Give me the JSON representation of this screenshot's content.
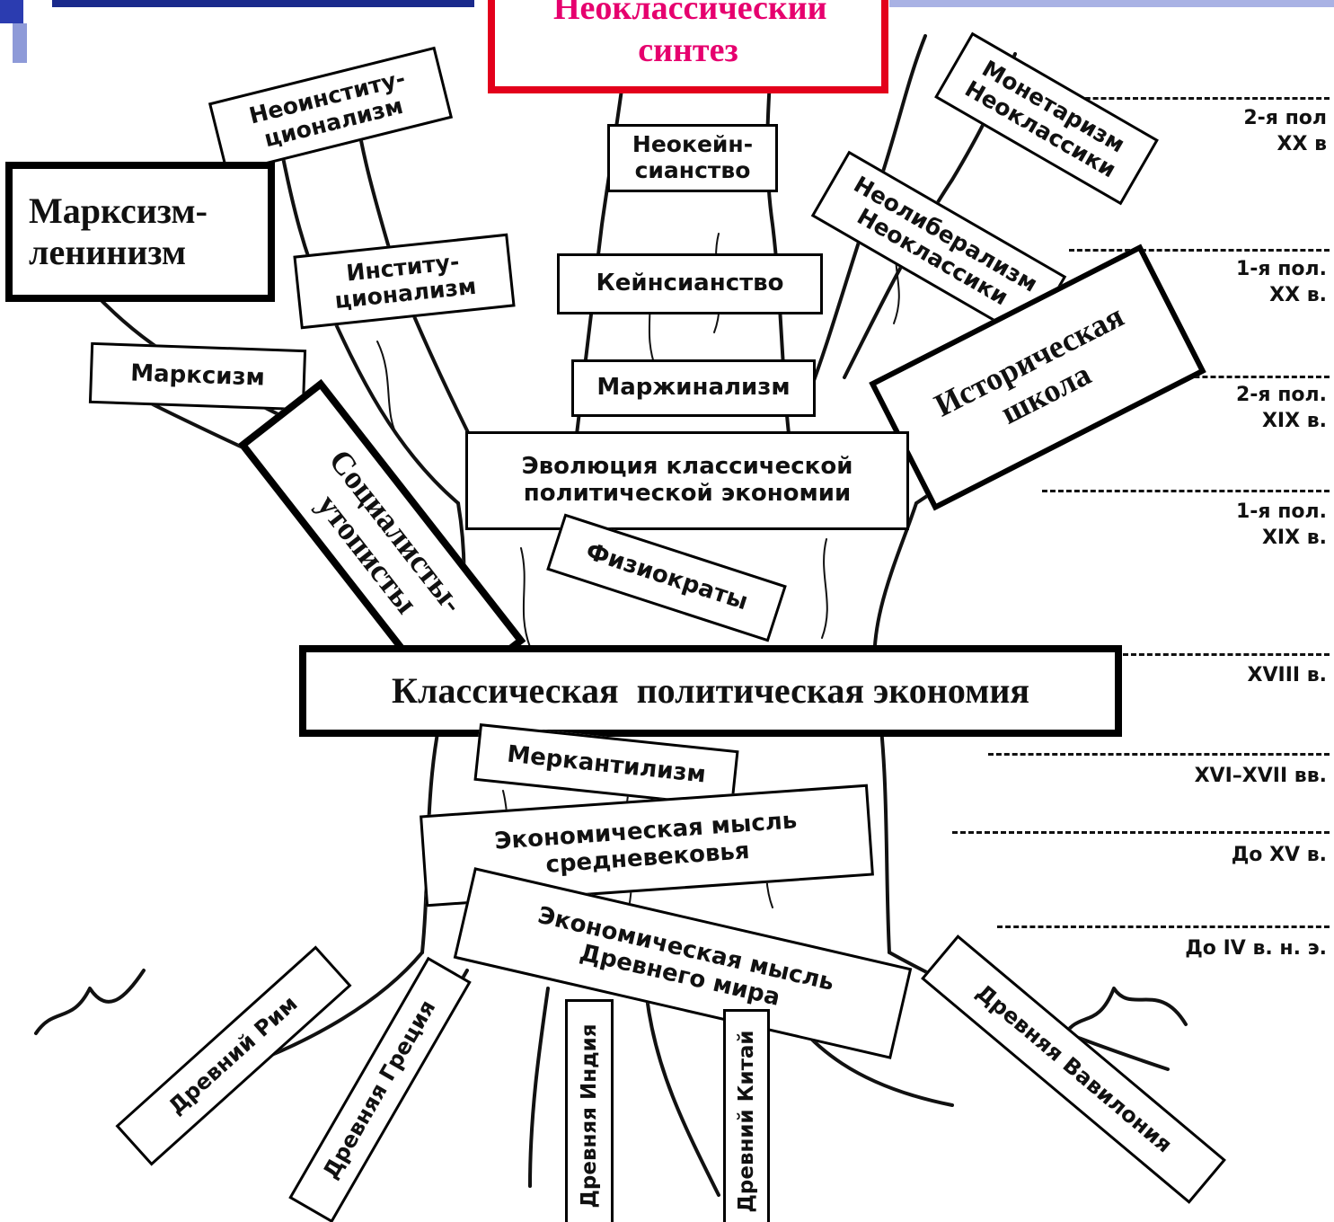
{
  "title": "Неоклассический синтез",
  "colors": {
    "title_border": "#e3001b",
    "title_text": "#e6006e",
    "accent_blue": "#2b3cb0"
  },
  "branches": {
    "neoinstitutionalism": "Неоинститу-\nционализм",
    "marxism_leninism": "Марксизм-\nленинизм",
    "institutionalism": "Институ-\nционализм",
    "neokeynesianism": "Неокейн-\nсианство",
    "keynesianism": "Кейнсианство",
    "monetarism": "Монетаризм\nНеоклассики",
    "neoliberalism": "Неолиберализм\nНеоклассики",
    "historical_school": "Историческая\nшкола",
    "marxism": "Марксизм",
    "marginalism": "Маржинализм",
    "evolution_classical": "Эволюция классической\nполитической экономии",
    "socialists_utopians": "Социалисты-\nутописты",
    "physiocrats": "Физиократы",
    "classical_political_economy": "Классическая  политическая экономия",
    "mercantilism": "Меркантилизм",
    "medieval_thought": "Экономическая мысль\nсредневековья",
    "ancient_thought": "Экономическая мысль\nДревнего мира"
  },
  "roots": {
    "rome": "Древний Рим",
    "greece": "Древняя Греция",
    "india": "Древняя Индия",
    "china": "Древний Китай",
    "babylon": "Древняя Вавилония"
  },
  "timeline": [
    "2-я пол\nXX в",
    "1-я пол.\nXX в.",
    "2-я пол.\nXIX в.",
    "1-я пол.\nXIX в.",
    "XVIII в.",
    "XVI–XVII вв.",
    "До XV в.",
    "До IV в. н. э."
  ]
}
